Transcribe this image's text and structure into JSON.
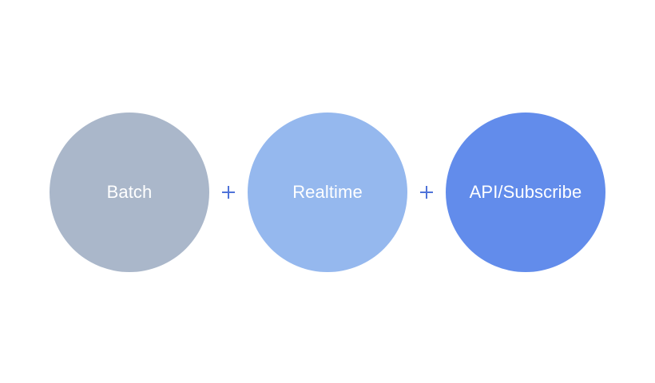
{
  "diagram": {
    "nodes": [
      {
        "label": "Batch",
        "color": "#aab7ca"
      },
      {
        "label": "Realtime",
        "color": "#95b8ee"
      },
      {
        "label": "API/Subscribe",
        "color": "#628ceb"
      }
    ],
    "operator_color": "#4f73d9"
  }
}
